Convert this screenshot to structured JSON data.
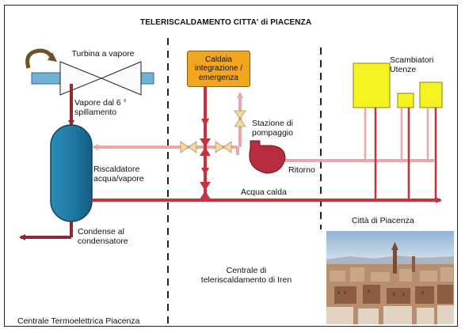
{
  "title": "TELERISCALDAMENTO CITTA' di PIACENZA",
  "labels": {
    "turbine": "Turbina a vapore",
    "steam": "Vapore dal 6 °\nspillamento",
    "heater": "Riscaldatore\nacqua/vapore",
    "condense": "Condense al\ncondensatore",
    "plant_left": "Centrale Termoelettrica Piacenza",
    "boiler": "Caldaia\nintegrazione /\nemergenza",
    "pump_station": "Stazione di\npompaggio",
    "return": "Ritorno",
    "hot_water": "Acqua calda",
    "plant_center": "Centrale di\nteleriscaldamento di Iren",
    "exchangers": "Scambiatori\nUtenze",
    "city": "Città di Piacenza"
  },
  "colors": {
    "supply_red": "#c8323c",
    "return_pink": "#e9a7a7",
    "heater_blue": "#1f7aa3",
    "pump_red": "#b52d3f",
    "boiler_orange": "#f2a51e",
    "exchanger_yellow": "#f4f221",
    "valve_tan": "#f3d9a2"
  },
  "icons": [
    "rotation-arrow-icon",
    "turbine-icon",
    "valve-icon",
    "pump-icon"
  ]
}
